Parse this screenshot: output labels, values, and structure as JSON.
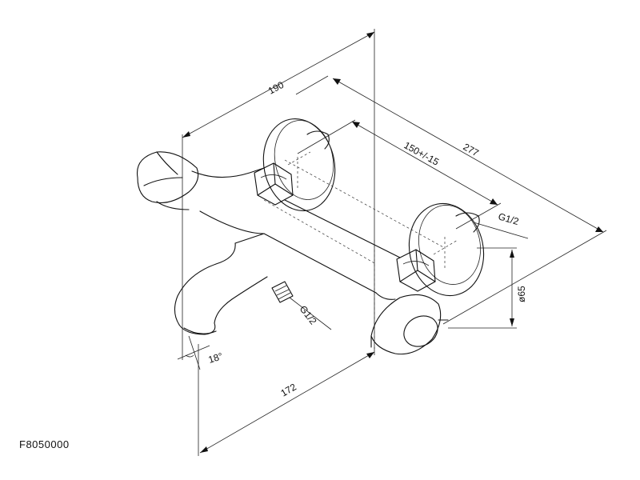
{
  "drawing": {
    "product_code": "F8050000",
    "dimensions": {
      "width_top": "190",
      "length": "277",
      "centers": "150+/-15",
      "depth": "172",
      "flange_diameter": "ø65",
      "angle": "18°"
    },
    "thread_labels": {
      "right_inlet": "G1/2",
      "spout_outlet": "G1/2"
    }
  }
}
